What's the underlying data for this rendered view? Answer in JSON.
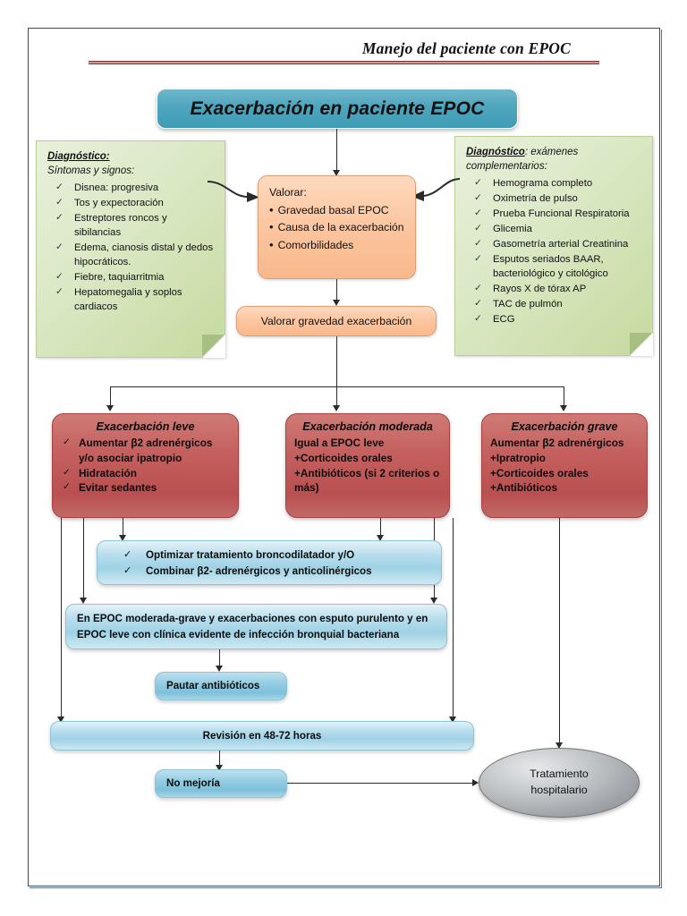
{
  "document": {
    "title": "Manejo del paciente con EPOC"
  },
  "header": {
    "label": "Exacerbación en paciente EPOC"
  },
  "notes": {
    "left": {
      "lead_bold": "Diagnóstico:",
      "lead_rest": "",
      "subtitle": "Síntomas y signos:",
      "items": [
        "Disnea: progresiva",
        "Tos y expectoración",
        "Estreptores roncos y sibilancias",
        "Edema, cianosis distal y dedos hipocráticos.",
        "Fiebre, taquiarritmia",
        "Hepatomegalia y soplos cardiacos"
      ]
    },
    "right": {
      "lead_bold": "Diagnóstico",
      "lead_rest": ": exámenes complementarios:",
      "items": [
        "Hemograma completo",
        "Oximetría de pulso",
        "Prueba Funcional Respiratoria",
        "Glicemia",
        " Gasometría arterial Creatinina",
        "Esputos seriados BAAR, bacteriológico y citológico",
        "Rayos X de tórax AP",
        "TAC de pulmón",
        "ECG"
      ]
    }
  },
  "valorar": {
    "title": "Valorar:",
    "items": [
      "Gravedad basal EPOC",
      "Causa de la exacerbación",
      "Comorbilidades"
    ]
  },
  "gravedad": {
    "label": "Valorar gravedad exacerbación"
  },
  "severity": {
    "leve": {
      "title": "Exacerbación leve",
      "items": [
        "Aumentar β2 adrenérgicos y/o asociar ipatropio",
        "Hidratación",
        "Evitar sedantes"
      ]
    },
    "moderada": {
      "title": "Exacerbación moderada",
      "lines": [
        "Igual a EPOC leve",
        "+Corticoides orales",
        "+Antibióticos (si 2 criterios o más)"
      ]
    },
    "grave": {
      "title": "Exacerbación grave",
      "lines": [
        "Aumentar β2 adrenérgicos",
        "+Ipratropio",
        "+Corticoides orales",
        "+Antibióticos"
      ]
    }
  },
  "steps": {
    "optimizar": {
      "items": [
        "Optimizar tratamiento broncodilatador y/O",
        "Combinar β2- adrenérgicos y anticolinérgicos"
      ]
    },
    "criterio": {
      "lines": [
        "En EPOC moderada-grave y exacerbaciones con esputo purulento y en",
        "EPOC leve con clínica evidente de infección bronquial bacteriana"
      ]
    },
    "pautar": {
      "label": "Pautar antibióticos"
    },
    "revision": {
      "label": "Revisión en 48-72 horas"
    },
    "no_mejoria": {
      "label": "No mejoría"
    },
    "hospital": {
      "line1": "Tratamiento",
      "line2": "hospitalario"
    }
  },
  "icons": {
    "check": "✓"
  },
  "colors": {
    "frame": "#2e4b6b",
    "title_rule": "#7d3430",
    "header_box": "#4ea5bd",
    "note_green": "#cfe0ae",
    "peach": "#fbc49d",
    "red": "#c4605f",
    "blue": "#9fd2e5",
    "gray": "#c3c6c9"
  }
}
